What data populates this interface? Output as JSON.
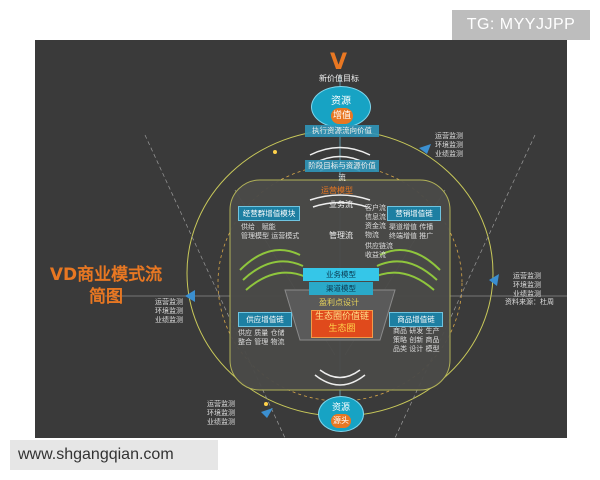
{
  "watermark_top": "TG: MYYJJPP",
  "watermark_bottom": "www.shgangqian.com",
  "diagram": {
    "title_line1": "VD商业模式流",
    "title_line2": "简图",
    "v_letter": "V",
    "new_value_target": "新价值目标",
    "top_resource": {
      "label": "资源",
      "inner": "增值"
    },
    "bottom_resource": {
      "label": "资源",
      "inner": "源头"
    },
    "bar_execute": "执行资源流向价值",
    "bar_stage": "阶段目标与资源价值流",
    "operation_model": "运营模型",
    "business_flow": "业务流",
    "management_flow": "管理流",
    "flows_right": [
      "客户流",
      "信息流",
      "资金流",
      "物流"
    ],
    "flows_right2": [
      "供应链流",
      "收益流"
    ],
    "box_tl": {
      "head": "经营群增值模块",
      "items": [
        "供给",
        "赋能",
        "管理模型",
        "运营模式"
      ]
    },
    "box_tr": {
      "head": "营销增值链",
      "items": [
        "渠道增值",
        "终端增值",
        "传播",
        "推广"
      ]
    },
    "box_bl": {
      "head": "供应增值链",
      "items": [
        "供应",
        "质量",
        "仓储",
        "整合",
        "管理",
        "物流"
      ]
    },
    "box_br": {
      "head": "商品增值链",
      "items": [
        "商品",
        "研发",
        "生产",
        "策略",
        "创新",
        "商品",
        "品类",
        "设计",
        "模型"
      ]
    },
    "stack_1": "业务模型",
    "stack_2": "渠道模型",
    "stack_3": "盈利点设计",
    "core_1": "生态圈价值链",
    "core_2": "生态圈",
    "side_top_right": [
      "运营监测",
      "环境监测",
      "业绩监测"
    ],
    "side_left": [
      "运营监测",
      "环境监测",
      "业绩监测"
    ],
    "side_right": [
      "运营监测",
      "环境监测",
      "业绩监测"
    ],
    "side_bottom_left": [
      "运营监测",
      "环境监测",
      "业绩监测"
    ],
    "source_note": "资料来源：杜周",
    "colors": {
      "panel": "#3a3a3a",
      "cyan": "#35c6e8",
      "blue": "#1d7fa2",
      "orange": "#e87722",
      "green": "#8fc63d",
      "ring": "#d9d96a"
    }
  }
}
